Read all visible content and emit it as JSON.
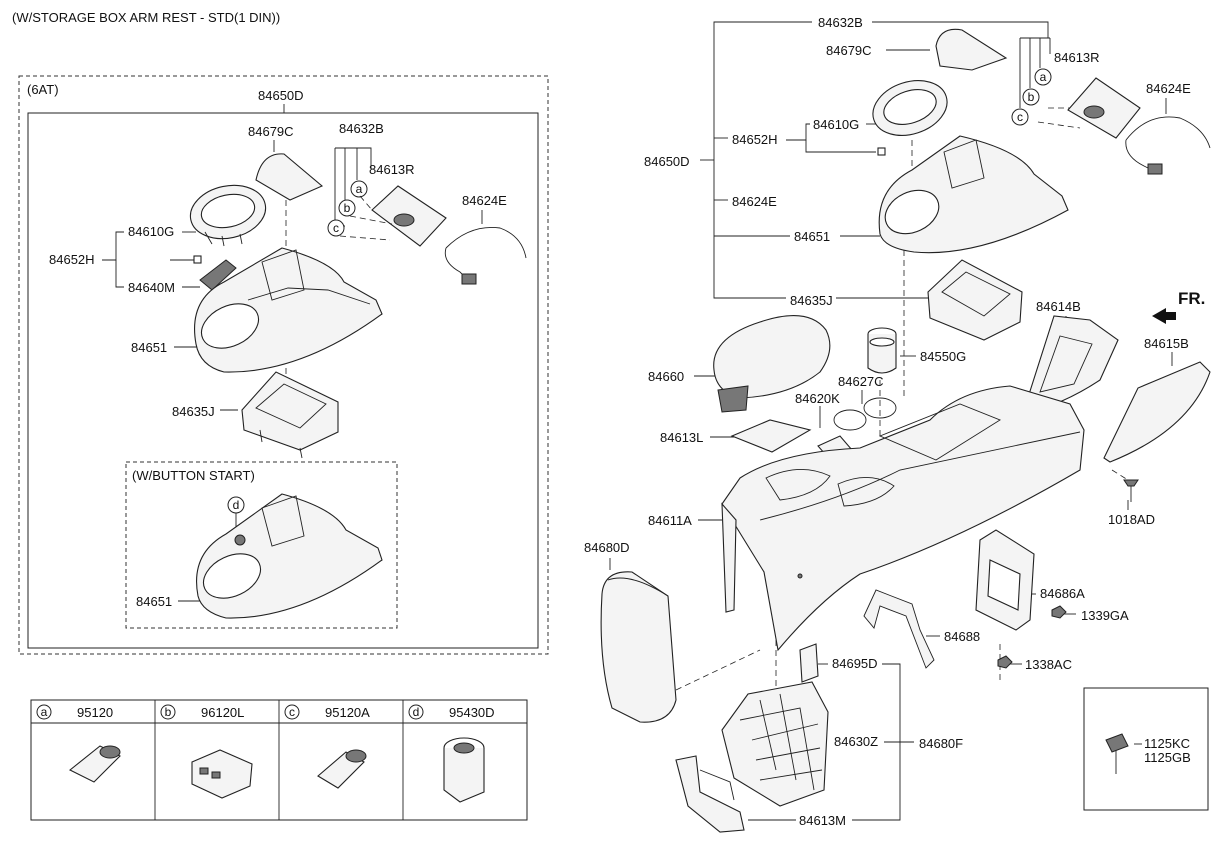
{
  "header": {
    "title": "(W/STORAGE BOX ARM REST - STD(1 DIN))"
  },
  "left_panel": {
    "group_label": "(6AT)",
    "assembly_label": "84650D",
    "sub_group_label": "(W/BUTTON START)",
    "labels": {
      "l_84679C": "84679C",
      "l_84632B": "84632B",
      "l_84613R": "84613R",
      "l_84624E": "84624E",
      "l_84610G": "84610G",
      "l_84652H": "84652H",
      "l_84640M": "84640M",
      "l_84651": "84651",
      "l_84635J": "84635J",
      "l_84651_b": "84651"
    },
    "callouts": {
      "a": "a",
      "b": "b",
      "c": "c",
      "d": "d"
    }
  },
  "right_panel": {
    "labels": {
      "r_84632B": "84632B",
      "r_84679C": "84679C",
      "r_84613R": "84613R",
      "r_84624E_top": "84624E",
      "r_84610G": "84610G",
      "r_84652H": "84652H",
      "r_84650D": "84650D",
      "r_84624E": "84624E",
      "r_84651": "84651",
      "r_84635J": "84635J",
      "r_84614B": "84614B",
      "r_84615B": "84615B",
      "r_84550G": "84550G",
      "r_84660": "84660",
      "r_84627C": "84627C",
      "r_84620K": "84620K",
      "r_84613L": "84613L",
      "r_84611A": "84611A",
      "r_1018AD": "1018AD",
      "r_84680D": "84680D",
      "r_84686A": "84686A",
      "r_1339GA": "1339GA",
      "r_84688": "84688",
      "r_1338AC": "1338AC",
      "r_84695D": "84695D",
      "r_84630Z": "84630Z",
      "r_84680F": "84680F",
      "r_84613M": "84613M"
    },
    "fr_label": "FR.",
    "callouts": {
      "a": "a",
      "b": "b",
      "c": "c"
    }
  },
  "legend_table": {
    "columns": [
      {
        "letter": "a",
        "part": "95120"
      },
      {
        "letter": "b",
        "part": "96120L"
      },
      {
        "letter": "c",
        "part": "95120A"
      },
      {
        "letter": "d",
        "part": "95430D"
      }
    ]
  },
  "bolt_box": {
    "line1": "1125KC",
    "line2": "1125GB"
  }
}
